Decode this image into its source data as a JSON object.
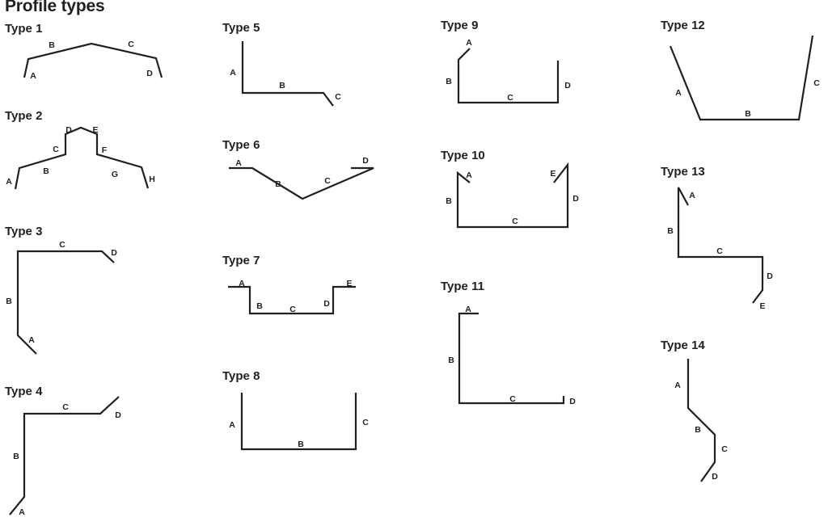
{
  "title": "Profile types",
  "colors": {
    "ink": "#231f20",
    "background": "#ffffff"
  },
  "profiles": [
    {
      "id": "type-1",
      "title": "Type 1",
      "labels": [
        "A",
        "B",
        "C",
        "D"
      ]
    },
    {
      "id": "type-2",
      "title": "Type 2",
      "labels": [
        "A",
        "B",
        "C",
        "D",
        "E",
        "F",
        "G",
        "H"
      ]
    },
    {
      "id": "type-3",
      "title": "Type 3",
      "labels": [
        "A",
        "B",
        "C",
        "D"
      ]
    },
    {
      "id": "type-4",
      "title": "Type 4",
      "labels": [
        "A",
        "B",
        "C",
        "D"
      ]
    },
    {
      "id": "type-5",
      "title": "Type 5",
      "labels": [
        "A",
        "B",
        "C"
      ]
    },
    {
      "id": "type-6",
      "title": "Type 6",
      "labels": [
        "A",
        "B",
        "C",
        "D"
      ]
    },
    {
      "id": "type-7",
      "title": "Type 7",
      "labels": [
        "A",
        "B",
        "C",
        "D",
        "E"
      ]
    },
    {
      "id": "type-8",
      "title": "Type 8",
      "labels": [
        "A",
        "B",
        "C"
      ]
    },
    {
      "id": "type-9",
      "title": "Type 9",
      "labels": [
        "A",
        "B",
        "C",
        "D"
      ]
    },
    {
      "id": "type-10",
      "title": "Type 10",
      "labels": [
        "A",
        "B",
        "C",
        "D",
        "E"
      ]
    },
    {
      "id": "type-11",
      "title": "Type 11",
      "labels": [
        "A",
        "B",
        "C",
        "D"
      ]
    },
    {
      "id": "type-12",
      "title": "Type 12",
      "labels": [
        "A",
        "B",
        "C"
      ]
    },
    {
      "id": "type-13",
      "title": "Type 13",
      "labels": [
        "A",
        "B",
        "C",
        "D",
        "E"
      ]
    },
    {
      "id": "type-14",
      "title": "Type 14",
      "labels": [
        "A",
        "B",
        "C",
        "D"
      ]
    }
  ]
}
